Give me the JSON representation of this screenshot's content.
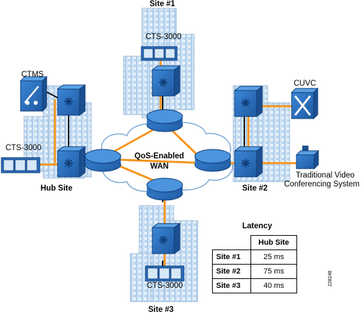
{
  "labels": {
    "site1": "Site #1",
    "site2": "Site #2",
    "site3": "Site #3",
    "hub_site": "Hub Site",
    "ctms": "CTMS",
    "cuvc": "CUVC",
    "cts_site1": "CTS-3000",
    "cts_hub": "CTS-3000",
    "cts_site3": "CTS-3000",
    "wan_line1": "QoS-Enabled",
    "wan_line2": "WAN",
    "video_line1": "Traditional Video",
    "video_line2": "Conferencing System",
    "figure_id": "228246"
  },
  "latency_table": {
    "title": "Latency",
    "column_header": "Hub Site",
    "rows": [
      {
        "site": "Site #1",
        "value": "25 ms"
      },
      {
        "site": "Site #2",
        "value": "75 ms"
      },
      {
        "site": "Site #3",
        "value": "40 ms"
      }
    ]
  },
  "colors": {
    "link": "#f7941d",
    "building": "#bcd7ef",
    "device": "#2a6fbb",
    "router": "#1d5fa8"
  }
}
